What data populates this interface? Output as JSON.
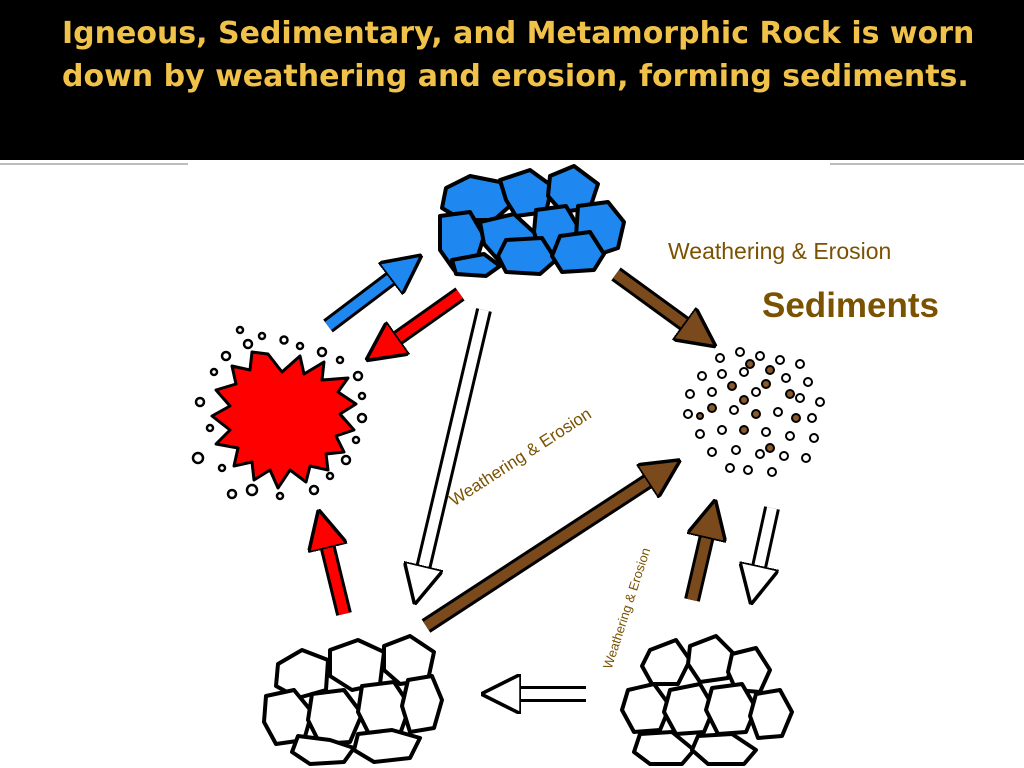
{
  "slide": {
    "title": "Igneous, Sedimentary, and Metamorphic Rock is worn down by weathering and erosion, forming sediments."
  },
  "labels": {
    "weathering_top": "Weathering & Erosion",
    "sediments": "Sediments",
    "weathering_diagonal": "Weathering & Erosion",
    "weathering_small": "Weathering & Erosion"
  },
  "colors": {
    "title": "#f0c24a",
    "label": "#7a5200",
    "blue_rock": "#1e88f0",
    "red_magma": "#ff0000",
    "brown_arrow": "#7b4a1c"
  }
}
